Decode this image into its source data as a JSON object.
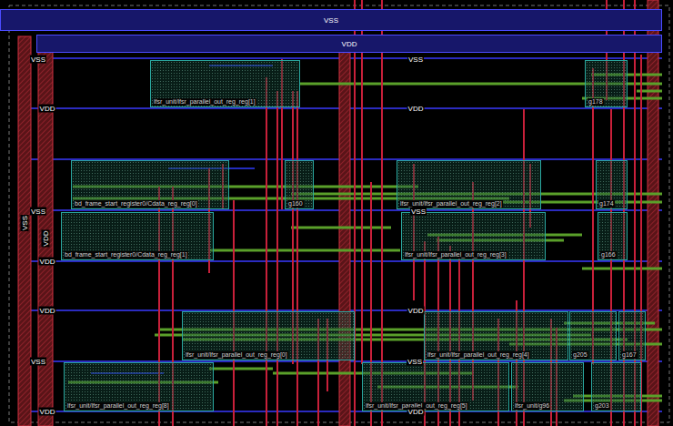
{
  "diagram": {
    "nodes": [
      {
        "text": [
          "VSS"
        ]
      },
      {
        "text": [
          "VDD"
        ]
      },
      {
        "text": [
          "lfsr_unit/lfsr_parallel_out_reg_reg[1]"
        ]
      },
      {
        "text": [
          "g178"
        ]
      },
      {
        "text": [
          "bd_frame_start_register0/Cdata_reg_reg[0]"
        ]
      },
      {
        "text": [
          "g160"
        ]
      },
      {
        "text": [
          "lfsr_unit/lfsr_parallel_out_reg_reg[2]"
        ]
      },
      {
        "text": [
          "g174"
        ]
      },
      {
        "text": [
          "bd_frame_start_register0/Cdata_reg_reg[1]"
        ]
      },
      {
        "text": [
          "lfsr_unit/lfsr_parallel_out_reg_reg[3]"
        ]
      },
      {
        "text": [
          "g166"
        ]
      },
      {
        "text": [
          "lfsr_unit/lfsr_parallel_out_reg_reg[0]"
        ]
      },
      {
        "text": [
          "lfsr_unit/lfsr_parallel_out_reg_reg[4]"
        ]
      },
      {
        "text": [
          "g205"
        ]
      },
      {
        "text": [
          "g167"
        ]
      },
      {
        "text": [
          "lfsr_unit/lfsr_parallel_out_reg_reg[8]"
        ]
      },
      {
        "text": [
          "lfsr_unit/lfsr_parallel_out_reg_reg[5]"
        ]
      },
      {
        "text": [
          "lfsr_unit/g96"
        ]
      },
      {
        "text": [
          "g203"
        ]
      }
    ],
    "labels": [
      "VSS",
      "VSS",
      "VDD",
      "VDD",
      "VSS",
      "VSS",
      "VSS",
      "VDD",
      "VDD",
      "VDD",
      "VDD",
      "VSS",
      "VSS",
      "VDD",
      "VDD"
    ]
  }
}
